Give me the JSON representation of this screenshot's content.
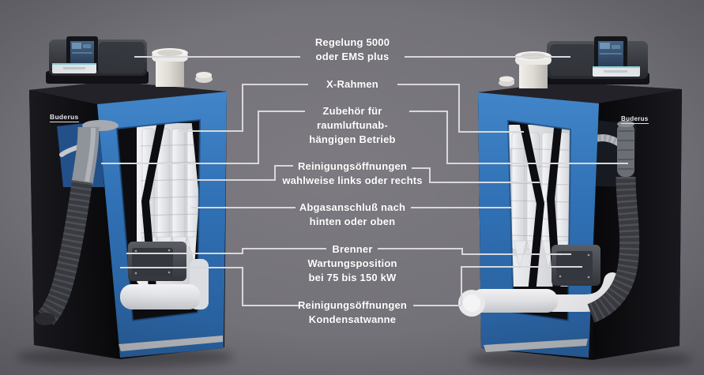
{
  "brand": "Buderus",
  "colors": {
    "background": "#747279",
    "accent_blue": "#2f6fb3",
    "cabinet_black": "#0b0b0e",
    "callout_line": "#d8d8db",
    "label_text": "#ffffff"
  },
  "callouts": [
    {
      "id": "regelung",
      "lines": [
        "Regelung 5000",
        "oder EMS plus"
      ]
    },
    {
      "id": "x-rahmen",
      "lines": [
        "X-Rahmen"
      ]
    },
    {
      "id": "zubehoer-raumluft",
      "lines": [
        "Zubehör für",
        "raumluftunab-",
        "hängigen Betrieb"
      ]
    },
    {
      "id": "reinigung-seitlich",
      "lines": [
        "Reinigungsöffnungen",
        "wahlweise links oder rechts"
      ]
    },
    {
      "id": "abgasanschluss",
      "lines": [
        "Abgasanschluß nach",
        "hinten oder oben"
      ]
    },
    {
      "id": "brenner-wartung",
      "lines": [
        "Brenner",
        "Wartungsposition",
        "bei 75 bis 150 kW"
      ]
    },
    {
      "id": "reinigung-kondensat",
      "lines": [
        "Reinigungsöffnungen",
        "Kondensatwanne"
      ]
    }
  ]
}
